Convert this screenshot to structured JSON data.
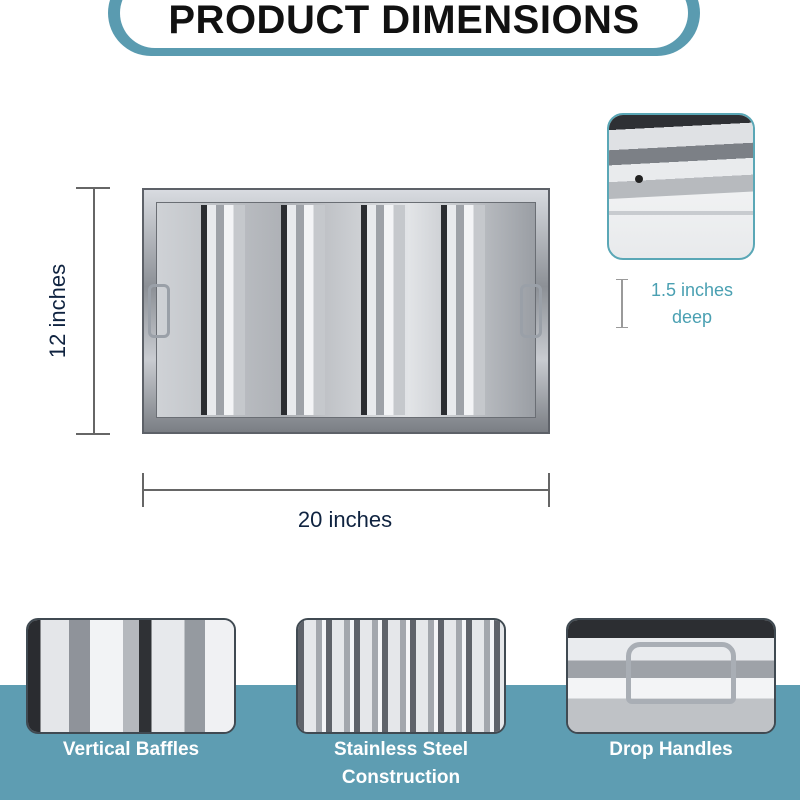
{
  "header": {
    "title": "PRODUCT DIMENSIONS"
  },
  "dimensions": {
    "height_label": "12 inches",
    "width_label": "20 inches",
    "depth_line1": "1.5 inches",
    "depth_line2": "deep"
  },
  "features": [
    {
      "label": "Vertical Baffles"
    },
    {
      "label": "Stainless Steel",
      "label2": "Construction"
    },
    {
      "label": "Drop Handles"
    }
  ],
  "colors": {
    "accent": "#5e9db2",
    "depth_text": "#4aa0b2",
    "label_text": "#0f2340"
  }
}
